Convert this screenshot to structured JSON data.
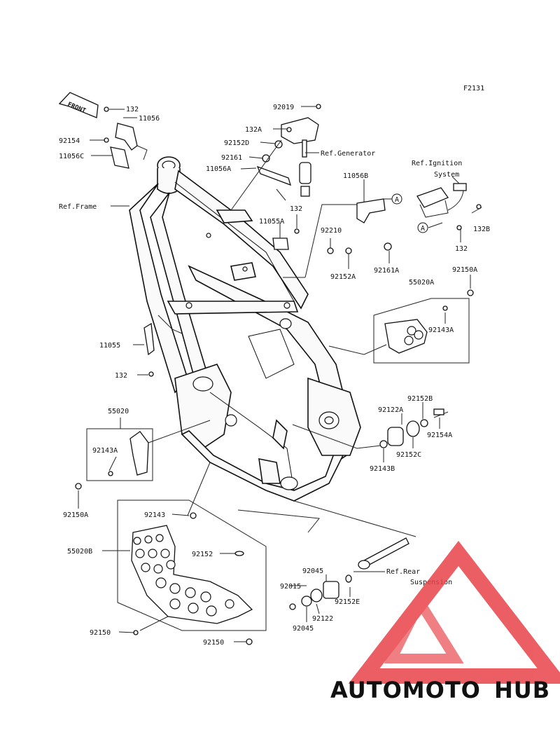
{
  "figure_code": "F2131",
  "front_label": "FRONT",
  "watermark": {
    "brand_a": "AUTOMOTO",
    "brand_b": "HUB",
    "color_a": "#f5a623",
    "color_b": "#555555",
    "logo_color": "#e8434a"
  },
  "labels": {
    "p132_top": "132",
    "p11056": "11056",
    "p92154": "92154",
    "p11056C": "11056C",
    "ref_frame": "Ref.Frame",
    "p92019": "92019",
    "p132A": "132A",
    "ref_generator": "Ref.Generator",
    "p92152D": "92152D",
    "p92161": "92161",
    "p11056A": "11056A",
    "p11056B": "11056B",
    "ref_ignition_1": "Ref.Ignition",
    "ref_ignition_2": "System",
    "circleA_1": "A",
    "circleA_2": "A",
    "p132_mid": "132",
    "p11055A": "11055A",
    "p92210": "92210",
    "p132B": "132B",
    "p132_right": "132",
    "p92161A": "92161A",
    "p92152A": "92152A",
    "p55020A": "55020A",
    "p92150A_right": "92150A",
    "p92143A_right": "92143A",
    "p11055": "11055",
    "p132_left": "132",
    "p55020": "55020",
    "p92143A_left": "92143A",
    "p92150A_left": "92150A",
    "p92152B": "92152B",
    "p92122A": "92122A",
    "p92154A": "92154A",
    "p92152C": "92152C",
    "p92143B": "92143B",
    "p92143": "92143",
    "p55020B": "55020B",
    "p92152": "92152",
    "p92045_top": "92045",
    "ref_rear_1": "Ref.Rear",
    "ref_rear_2": "Suspension",
    "p92015": "92015",
    "p92152E": "92152E",
    "p92122": "92122",
    "p92045_bottom": "92045",
    "p92150_left": "92150",
    "p92150_bottom": "92150"
  }
}
